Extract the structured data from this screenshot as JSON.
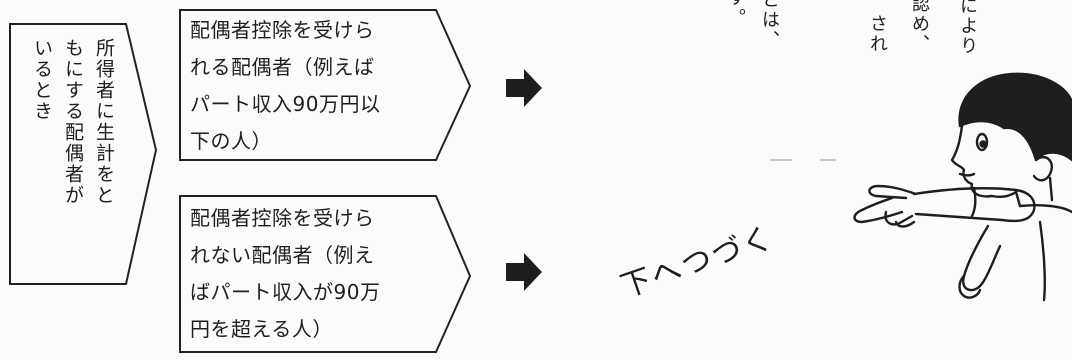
{
  "left_box": {
    "columns": [
      "所得者に生計をと",
      "もにする配偶者が",
      "いるとき"
    ]
  },
  "upper_box": {
    "lines": [
      "配偶者控除を受けら",
      "れる配偶者（例えば",
      "パート収入90万円以",
      "下の人）"
    ]
  },
  "lower_box": {
    "lines": [
      "配偶者控除を受けら",
      "れない配偶者（例え",
      "ばパート収入が90万",
      "円を超える人）"
    ]
  },
  "top_fragments": {
    "columns": [
      "により",
      "認め、",
      "され",
      "とは、",
      "す。"
    ]
  },
  "handwritten_note": "下へつづく",
  "arrow_icon": "right-arrow-icon",
  "illustration": "pointing-person-icon"
}
